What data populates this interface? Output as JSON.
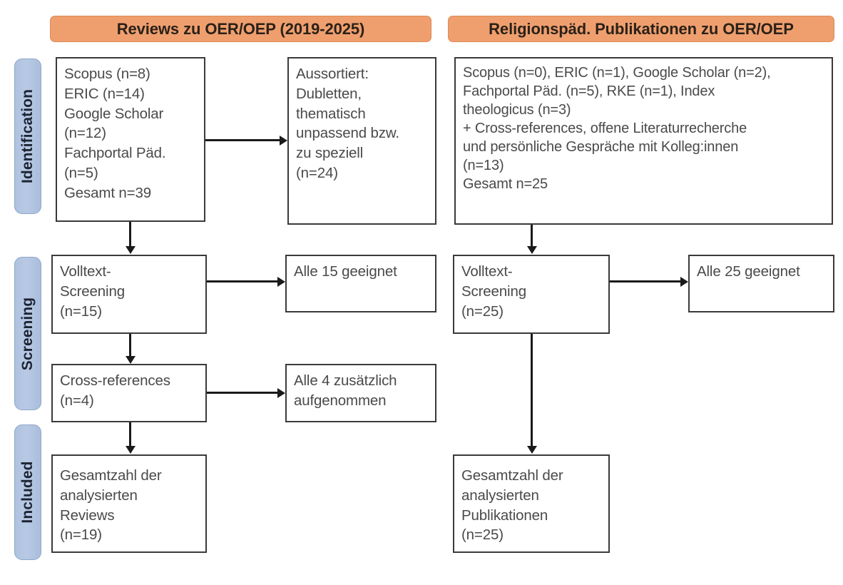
{
  "diagram": {
    "type": "prisma-flow-diagram",
    "phases": [
      {
        "id": "identification",
        "label": "Identification"
      },
      {
        "id": "screening",
        "label": "Screening"
      },
      {
        "id": "included",
        "label": "Included"
      }
    ],
    "columns": [
      {
        "id": "reviews",
        "header": "Reviews zu OER/OEP (2019-2025)",
        "boxes": [
          {
            "id": "reviews-sources",
            "text": "Scopus (n=8)\nERIC (n=14)\nGoogle Scholar\n(n=12)\nFachportal Päd.\n(n=5)\nGesamt n=39"
          },
          {
            "id": "reviews-excluded",
            "text": "Aussortiert:\nDubletten,\nthematisch\nunpassend bzw.\nzu speziell\n(n=24)"
          },
          {
            "id": "reviews-fulltext-screening",
            "text": "Volltext-\nScreening\n(n=15)"
          },
          {
            "id": "reviews-all-eligible",
            "text": "Alle 15 geeignet"
          },
          {
            "id": "reviews-cross-references",
            "text": "Cross-references\n(n=4)"
          },
          {
            "id": "reviews-all-added",
            "text": "Alle 4 zusätzlich\naufgenommen"
          },
          {
            "id": "reviews-included-total",
            "text": "Gesamtzahl der\nanalysierten\nReviews\n(n=19)"
          }
        ]
      },
      {
        "id": "publications",
        "header": "Religionspäd. Publikationen zu OER/OEP",
        "boxes": [
          {
            "id": "publications-sources",
            "text": "Scopus (n=0), ERIC (n=1), Google Scholar (n=2),\nFachportal Päd. (n=5), RKE (n=1), Index\ntheologicus (n=3)\n+ Cross-references, offene Literaturrecherche\nund persönliche Gespräche mit Kolleg:innen\n(n=13)\nGesamt n=25"
          },
          {
            "id": "publications-fulltext-screening",
            "text": "Volltext-\nScreening\n(n=25)"
          },
          {
            "id": "publications-all-eligible",
            "text": "Alle 25 geeignet"
          },
          {
            "id": "publications-included-total",
            "text": "Gesamtzahl der\nanalysierten\nPublikationen\n(n=25)"
          }
        ]
      }
    ],
    "colors": {
      "header_banner": "#ef9f6e",
      "phase_pill": "#b1c5e2",
      "box_border": "#3a3a3a",
      "box_text": "#4a4a4a",
      "connector": "#1a1a1a",
      "background": "#ffffff"
    }
  }
}
